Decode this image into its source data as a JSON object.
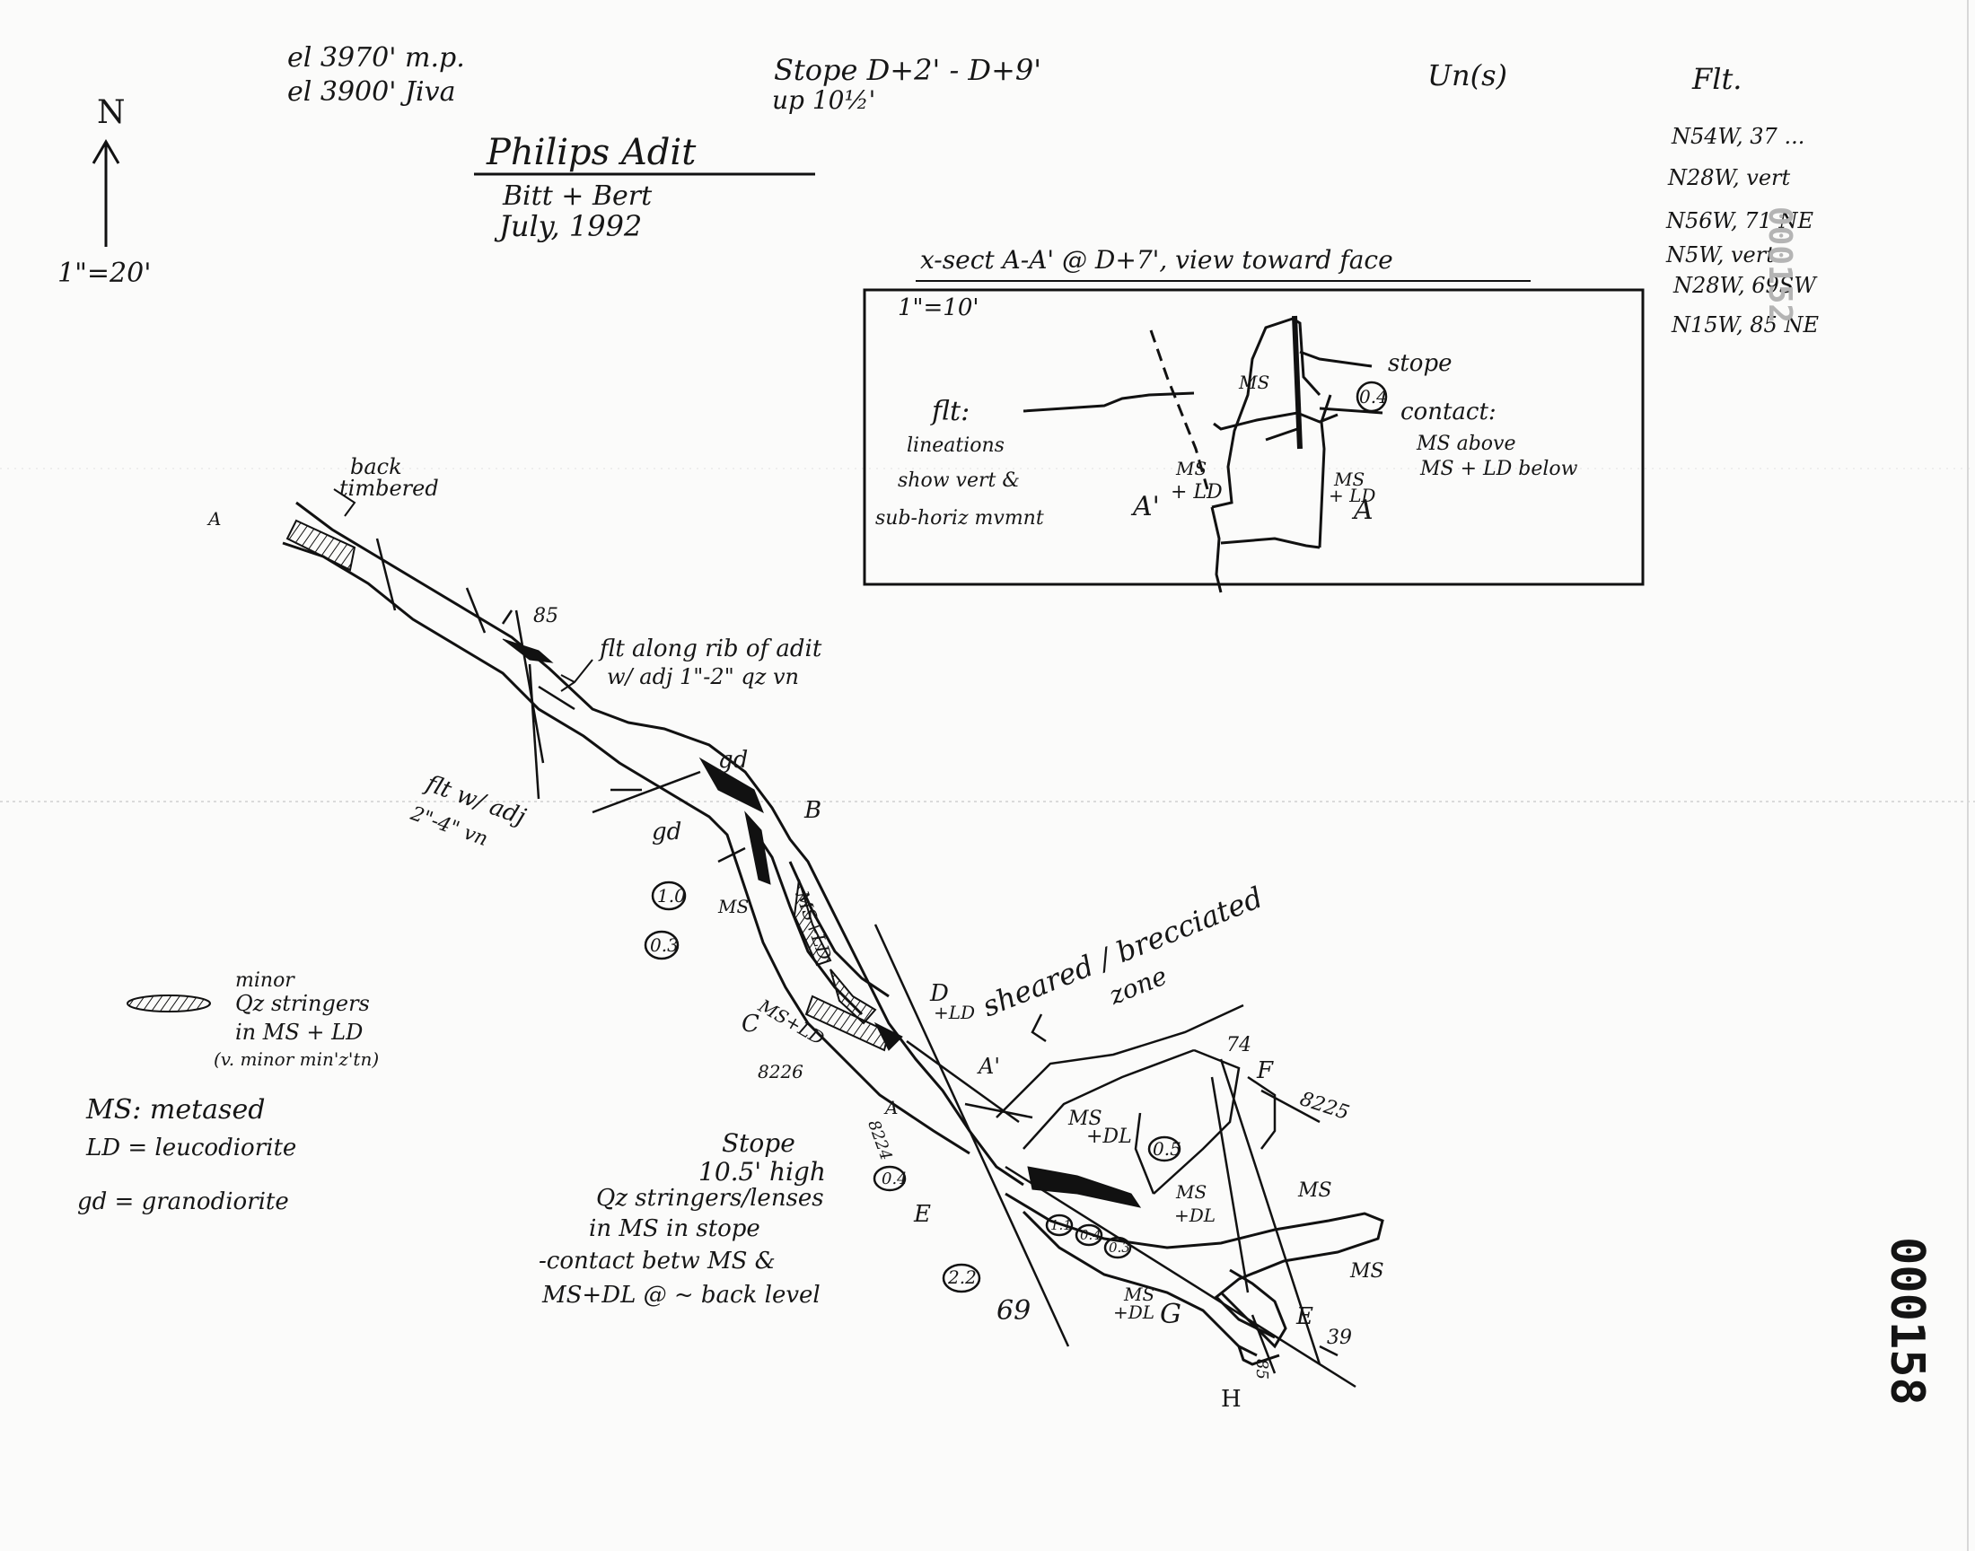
{
  "header": {
    "elev1": "el 3970' m.p.",
    "elev2": "el 3900' Jiva",
    "stope_title": "Stope D+2' - D+9'",
    "stope_sub": "up 10½'",
    "un_label": "Un(s)",
    "flt_label": "Flt."
  },
  "north_arrow": {
    "label": "N",
    "scale": "1\"=20'"
  },
  "title_block": {
    "title": "Philips Adit",
    "authors": "Bitt + Bert",
    "date": "July, 1992"
  },
  "fault_attitudes": [
    "N54W, 37 ...",
    "N28W, vert",
    "N56W, 71 NE",
    "N5W, vert",
    "N28W, 69SW",
    "N15W, 85 NE"
  ],
  "stamp_top": "000152",
  "stamp_side": "000158",
  "cross_section": {
    "title": "x-sect A-A' @ D+7', view toward face",
    "scale": "1\"=10'",
    "flt_label": "flt:",
    "lineations": [
      "lineations",
      "show vert &",
      "sub-horiz mvmnt"
    ],
    "stope_label": "stope",
    "contact_value": "0.4",
    "contact_label": "contact:",
    "contact_desc": [
      "MS above",
      "MS + LD below"
    ],
    "ms_label": "MS",
    "ms_ld_left": [
      "MS",
      "+ LD"
    ],
    "ms_ld_right": [
      "MS",
      "+ LD"
    ],
    "a_prime": "A'",
    "a": "A"
  },
  "map_labels": {
    "back_timbered": [
      "back",
      "timbered"
    ],
    "a_left": "A",
    "dip_85": "85",
    "flt_rib": [
      "flt along rib of adit",
      "w/ adj 1\"-2\" qz vn"
    ],
    "flt_qz": [
      "flt w/ adj",
      "2\"-4\" vn"
    ],
    "gd1": "gd",
    "gd2": "gd",
    "b": "B",
    "sample_1": "1.0",
    "sample_2": "0.3",
    "ms_a": "MS",
    "ms_ld_diag": "MS+LD",
    "ms_ld_c": "MS+LD",
    "c": "C",
    "sample_id_1": "8226",
    "d": "D",
    "d_ld": "+LD",
    "a_prime": "A'",
    "sheared": [
      "sheared / brecciated",
      "zone"
    ],
    "stope_high": [
      "Stope",
      "10.5' high"
    ],
    "a_mid": "A",
    "sample_id_2": "8224",
    "sample_3": "0.4",
    "e": "E",
    "sample_4": "2.2",
    "stope_notes": [
      "Qz stringers/lenses",
      "in MS in stope",
      "-contact betw MS &",
      "MS+DL @ ~ back level"
    ],
    "dip_69": "69",
    "ms_dl_1": [
      "MS",
      "+DL"
    ],
    "sample_5": "0.5",
    "ms_dl_2": [
      "MS",
      "+DL"
    ],
    "dip_74": "74",
    "f": "F",
    "sample_id_3": "8225",
    "ms_1": "MS",
    "ms_2": "MS",
    "small_samples": [
      "1.1",
      "0.4",
      "0.3"
    ],
    "ms_dl_3": [
      "MS",
      "+DL"
    ],
    "g": "G",
    "h": "H",
    "e_prime": "E",
    "dip_39": "39",
    "dip_85b": "85"
  },
  "legend": {
    "qz_text": [
      "minor",
      "Qz stringers",
      "in MS + LD",
      "(v. minor min'z'tn)"
    ],
    "ms_text": "MS: metased",
    "ld_text": "LD = leucodiorite",
    "gd_text": "gd = granodiorite"
  }
}
